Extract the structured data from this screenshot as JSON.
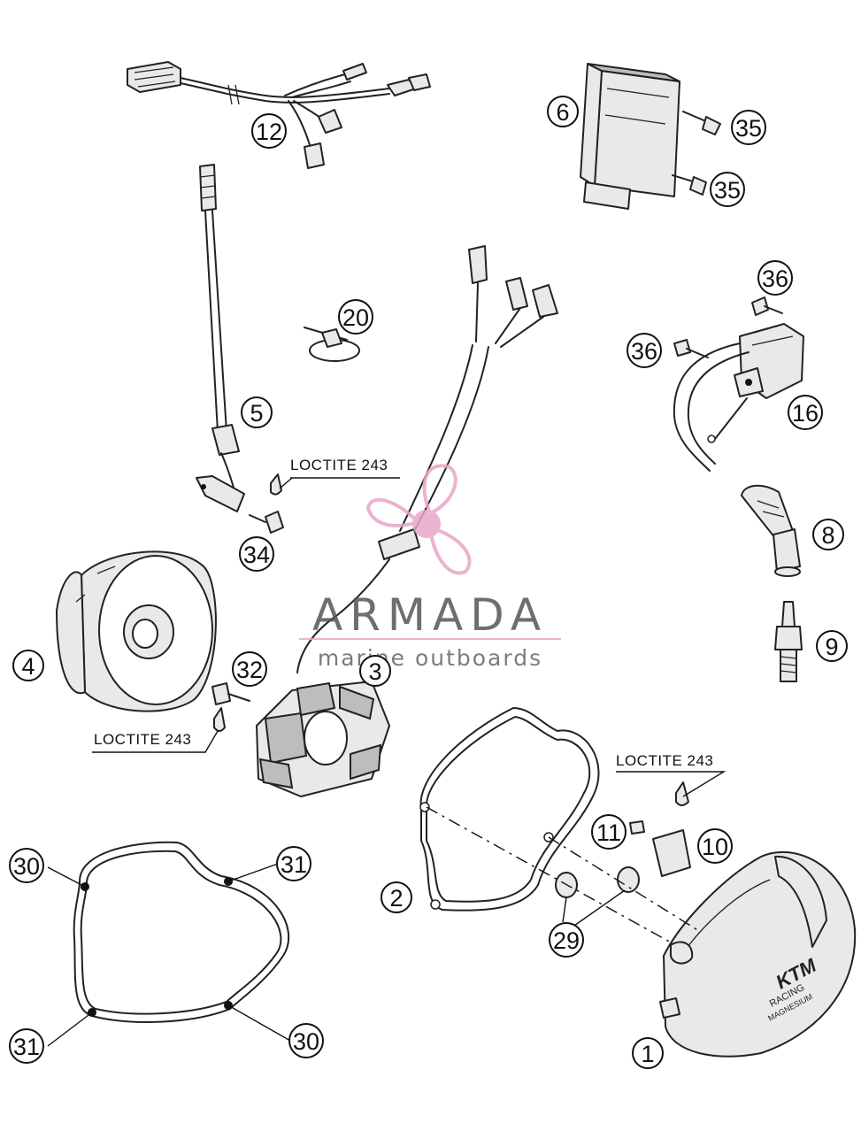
{
  "watermark": {
    "brand": "ARMADA",
    "tagline": "marine outboards",
    "brand_color": "#555555",
    "accent_color": "#e8a6c8"
  },
  "callouts": {
    "c1": "1",
    "c2": "2",
    "c3": "3",
    "c4": "4",
    "c5": "5",
    "c6": "6",
    "c8": "8",
    "c9": "9",
    "c10": "10",
    "c11": "11",
    "c12": "12",
    "c16": "16",
    "c20": "20",
    "c29": "29",
    "c30a": "30",
    "c30b": "30",
    "c31a": "31",
    "c31b": "31",
    "c32": "32",
    "c34": "34",
    "c35a": "35",
    "c35b": "35",
    "c36a": "36",
    "c36b": "36"
  },
  "loctite_labels": {
    "top": "LOCTITE 243",
    "left": "LOCTITE 243",
    "right": "LOCTITE 243"
  },
  "cover_text": {
    "line1": "KTM",
    "line2": "RACING",
    "line3": "MAGNESIUM"
  }
}
